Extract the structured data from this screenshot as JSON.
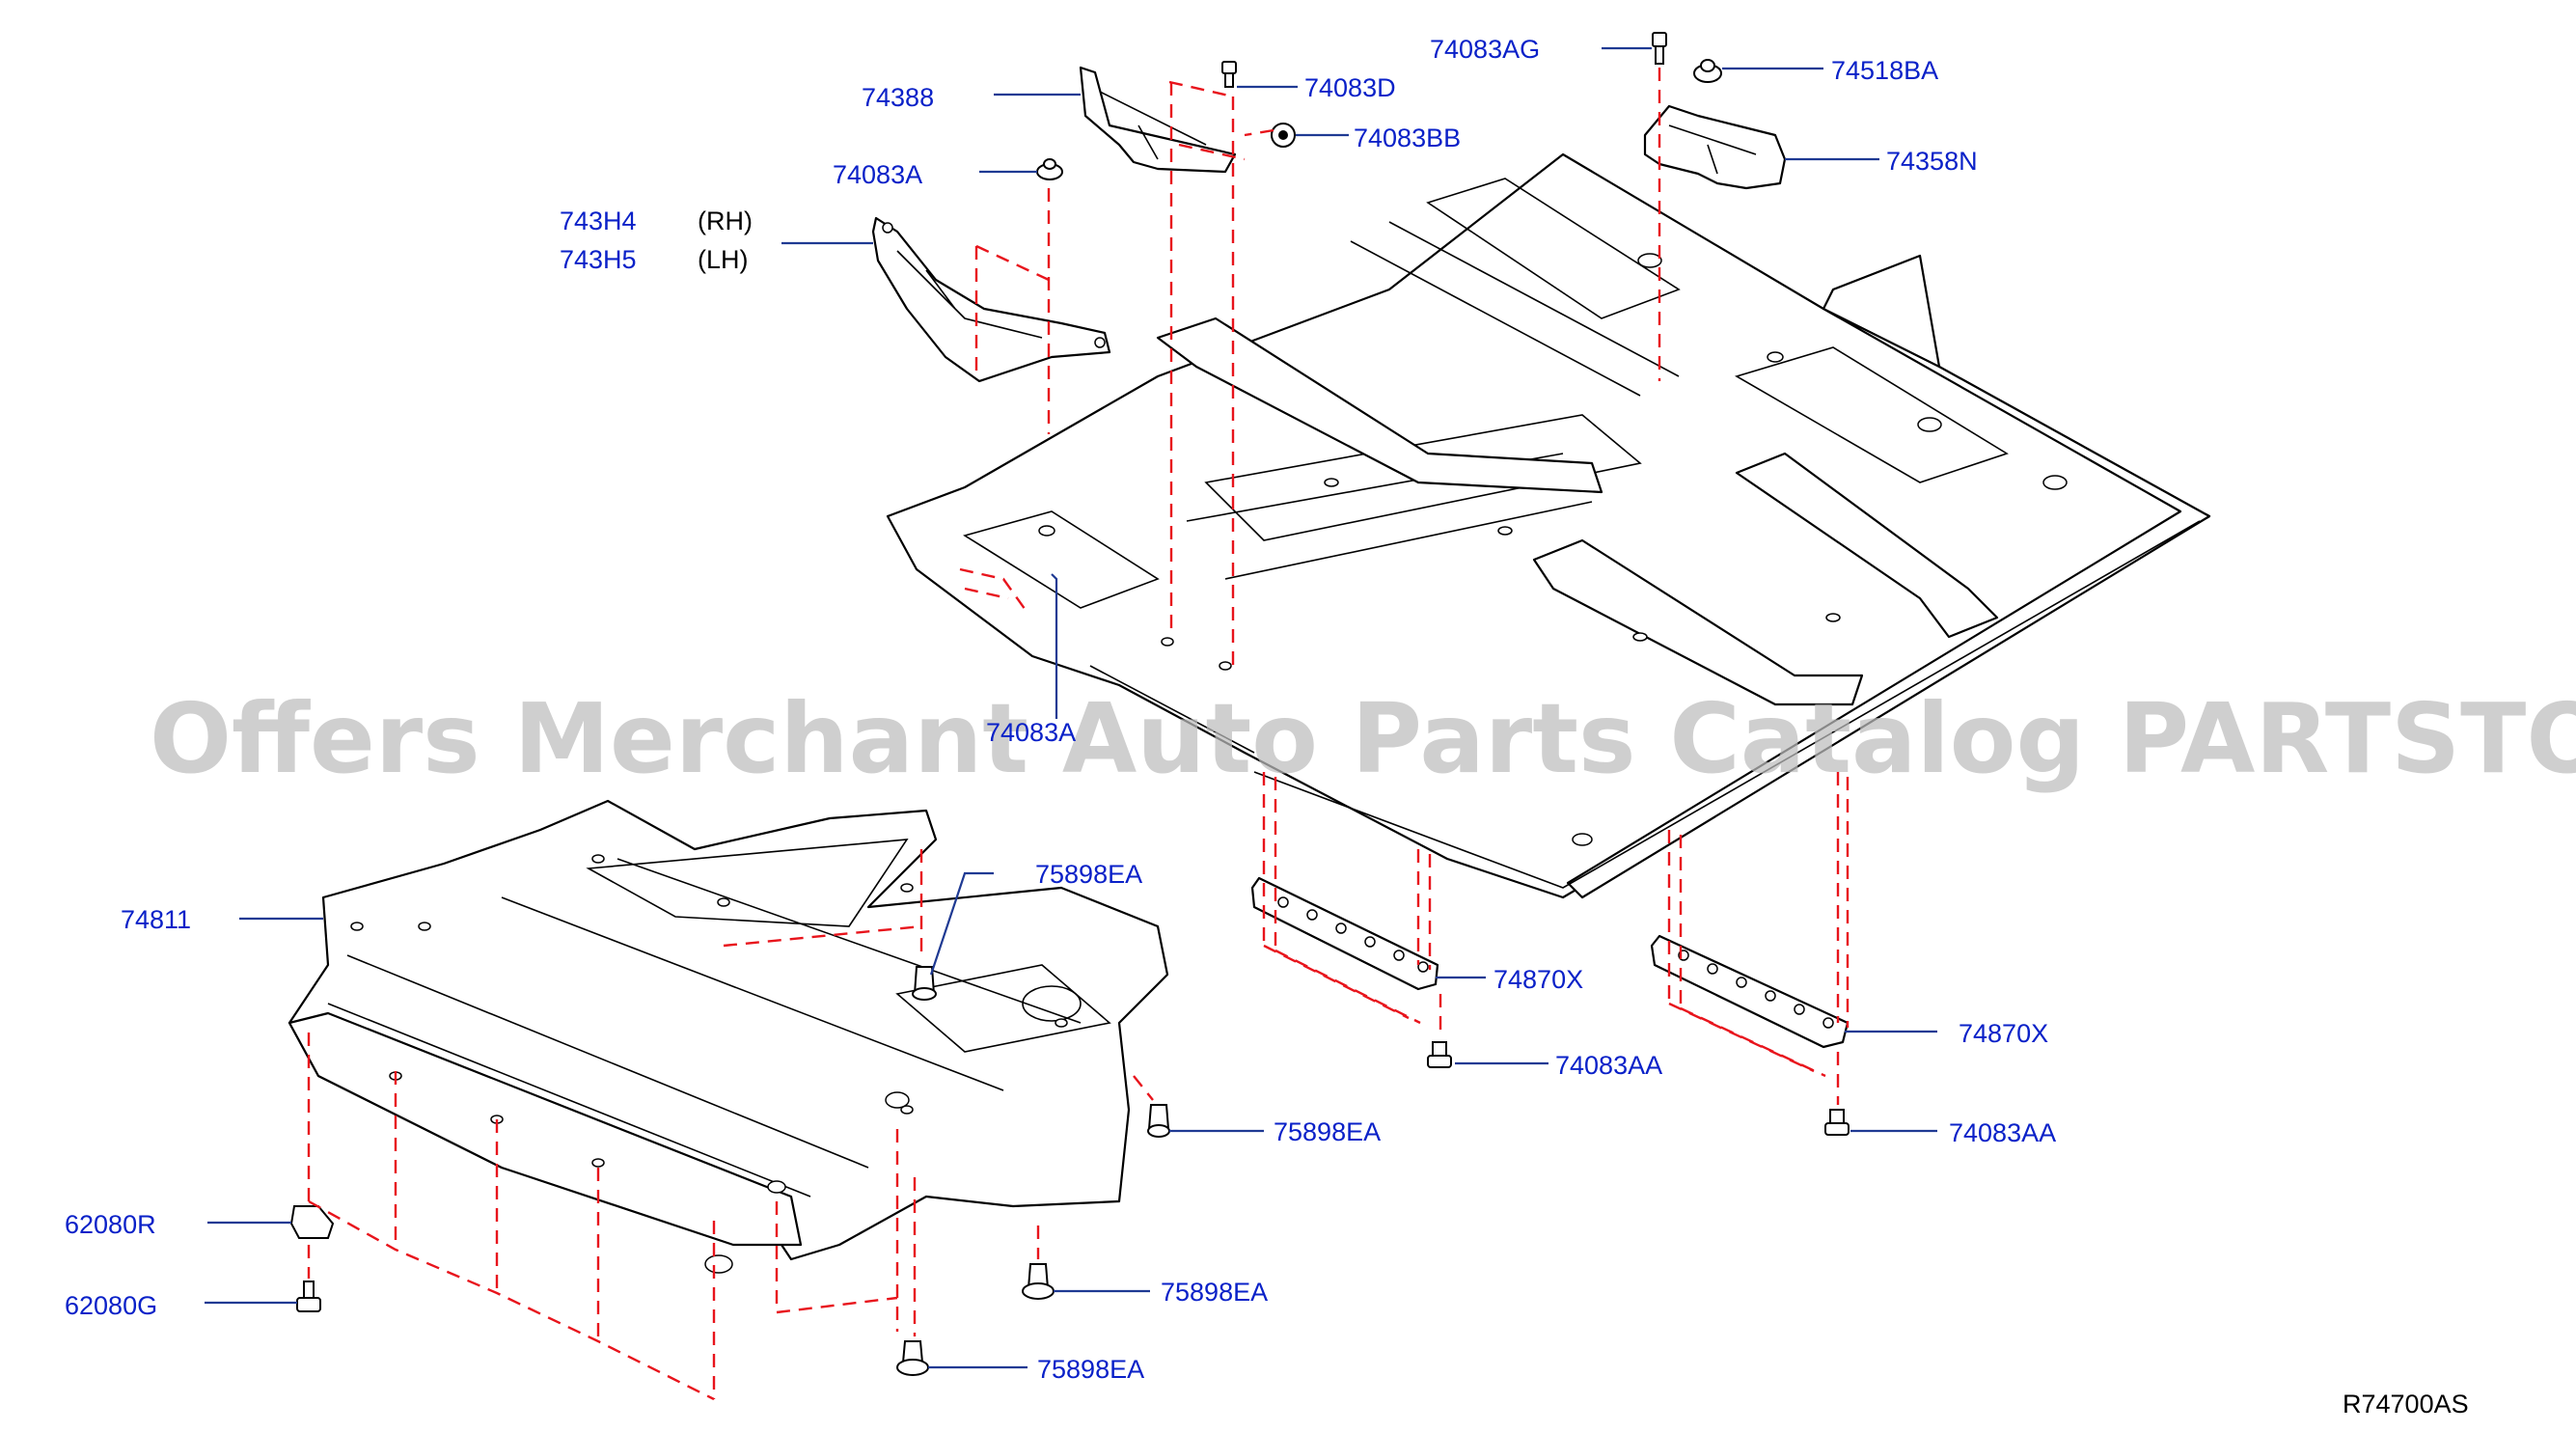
{
  "diagram_code": "R74700AS",
  "watermark": "Offers Merchant Auto Parts Catalog PARTSTORE.SA",
  "colors": {
    "callout": "#0a21c8",
    "leader": "#1f3a93",
    "assembly_line": "#e8141c",
    "outline": "#000000",
    "watermark": "#bdbdbd"
  },
  "callouts": {
    "c74083AG": "74083AG",
    "c74518BA": "74518BA",
    "c74388": "74388",
    "c74083D": "74083D",
    "c74083BB": "74083BB",
    "c74358N": "74358N",
    "c74083A_top": "74083A",
    "c743H4": "743H4",
    "c743H4_side": "(RH)",
    "c743H5": "743H5",
    "c743H5_side": "(LH)",
    "c74083A_floor": "74083A",
    "c74811": "74811",
    "c75898EA_1": "75898EA",
    "c75898EA_2": "75898EA",
    "c75898EA_3": "75898EA",
    "c75898EA_4": "75898EA",
    "c74870X_1": "74870X",
    "c74870X_2": "74870X",
    "c74083AA_1": "74083AA",
    "c74083AA_2": "74083AA",
    "c62080R": "62080R",
    "c62080G": "62080G"
  }
}
